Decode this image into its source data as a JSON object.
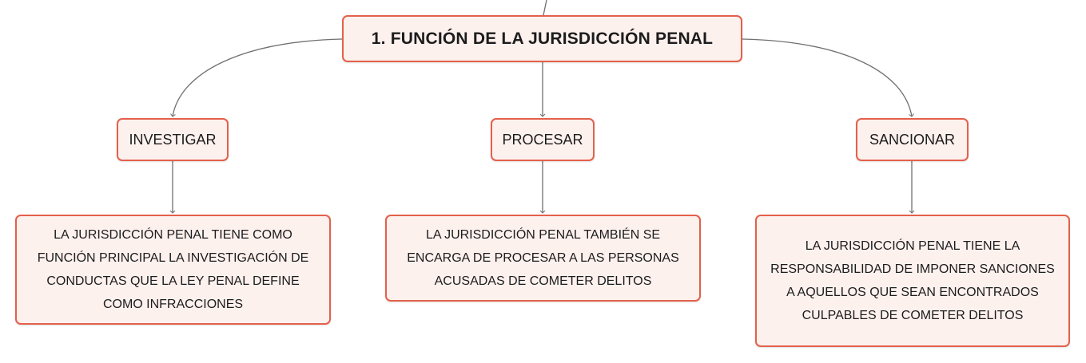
{
  "diagram": {
    "root": {
      "label": "1. FUNCIÓN DE LA JURISDICCIÓN PENAL"
    },
    "branches": [
      {
        "label": "INVESTIGAR",
        "detail": "LA JURISDICCIÓN PENAL TIENE COMO FUNCIÓN PRINCIPAL LA INVESTIGACIÓN DE CONDUCTAS QUE LA LEY PENAL DEFINE COMO INFRACCIONES"
      },
      {
        "label": "PROCESAR",
        "detail": "LA JURISDICCIÓN PENAL TAMBIÉN SE ENCARGA DE PROCESAR A LAS PERSONAS ACUSADAS DE COMETER DELITOS"
      },
      {
        "label": "SANCIONAR",
        "detail": "LA JURISDICCIÓN PENAL TIENE LA RESPONSABILIDAD DE IMPONER SANCIONES A AQUELLOS QUE SEAN ENCONTRADOS CULPABLES DE COMETER DELITOS"
      }
    ],
    "colors": {
      "node_border": "#e4604b",
      "node_fill": "#fdf1ee",
      "connector": "#707070",
      "text": "#1c1c1c"
    }
  }
}
